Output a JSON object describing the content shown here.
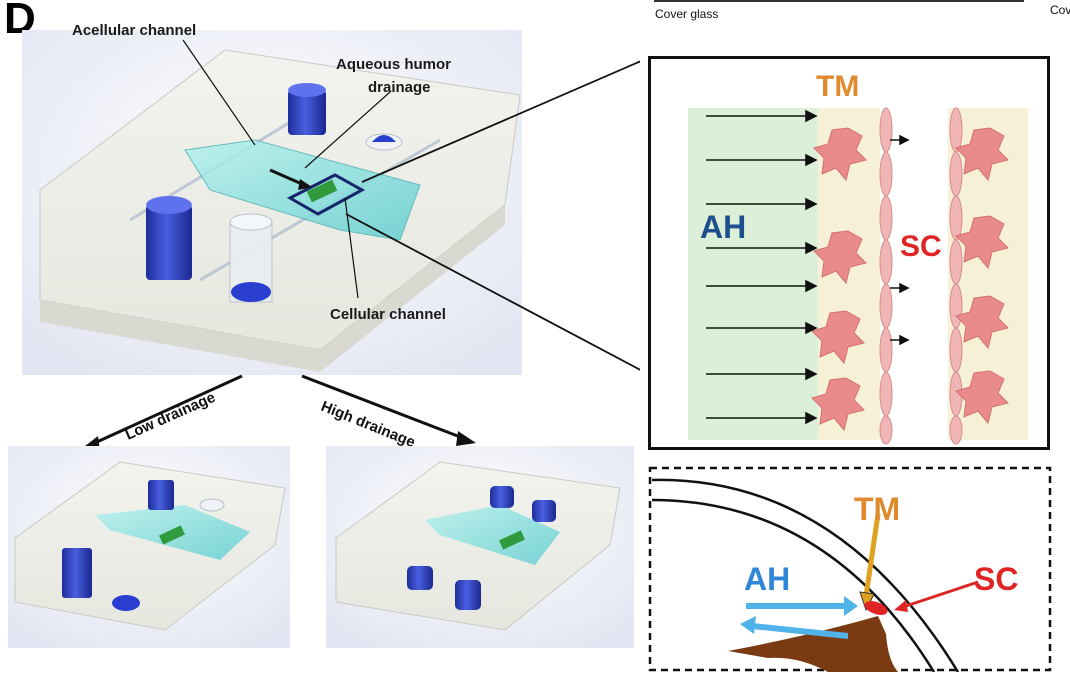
{
  "panel_letter": "D",
  "top_strip": {
    "left_text": "Cover glass",
    "right_text": "Cov"
  },
  "device_labels": {
    "acellular": "Acellular channel",
    "aqueous_line1": "Aqueous humor",
    "aqueous_line2": "drainage",
    "cellular": "Cellular channel"
  },
  "arrows": {
    "low": "Low drainage",
    "high": "High drainage"
  },
  "inset_top": {
    "tm": "TM",
    "ah": "AH",
    "sc": "SC"
  },
  "inset_bottom": {
    "tm": "TM",
    "ah": "AH",
    "sc": "SC"
  },
  "colors": {
    "tm": "#e08a2e",
    "ah": "#1f4e8c",
    "sc": "#e02424",
    "ah_bg": "#dcefd8",
    "tm_bg": "#f6f1d6",
    "cell": "#e98b8b",
    "cap_blue": "#2a3fb8",
    "fluid": "#7fe3e0"
  }
}
